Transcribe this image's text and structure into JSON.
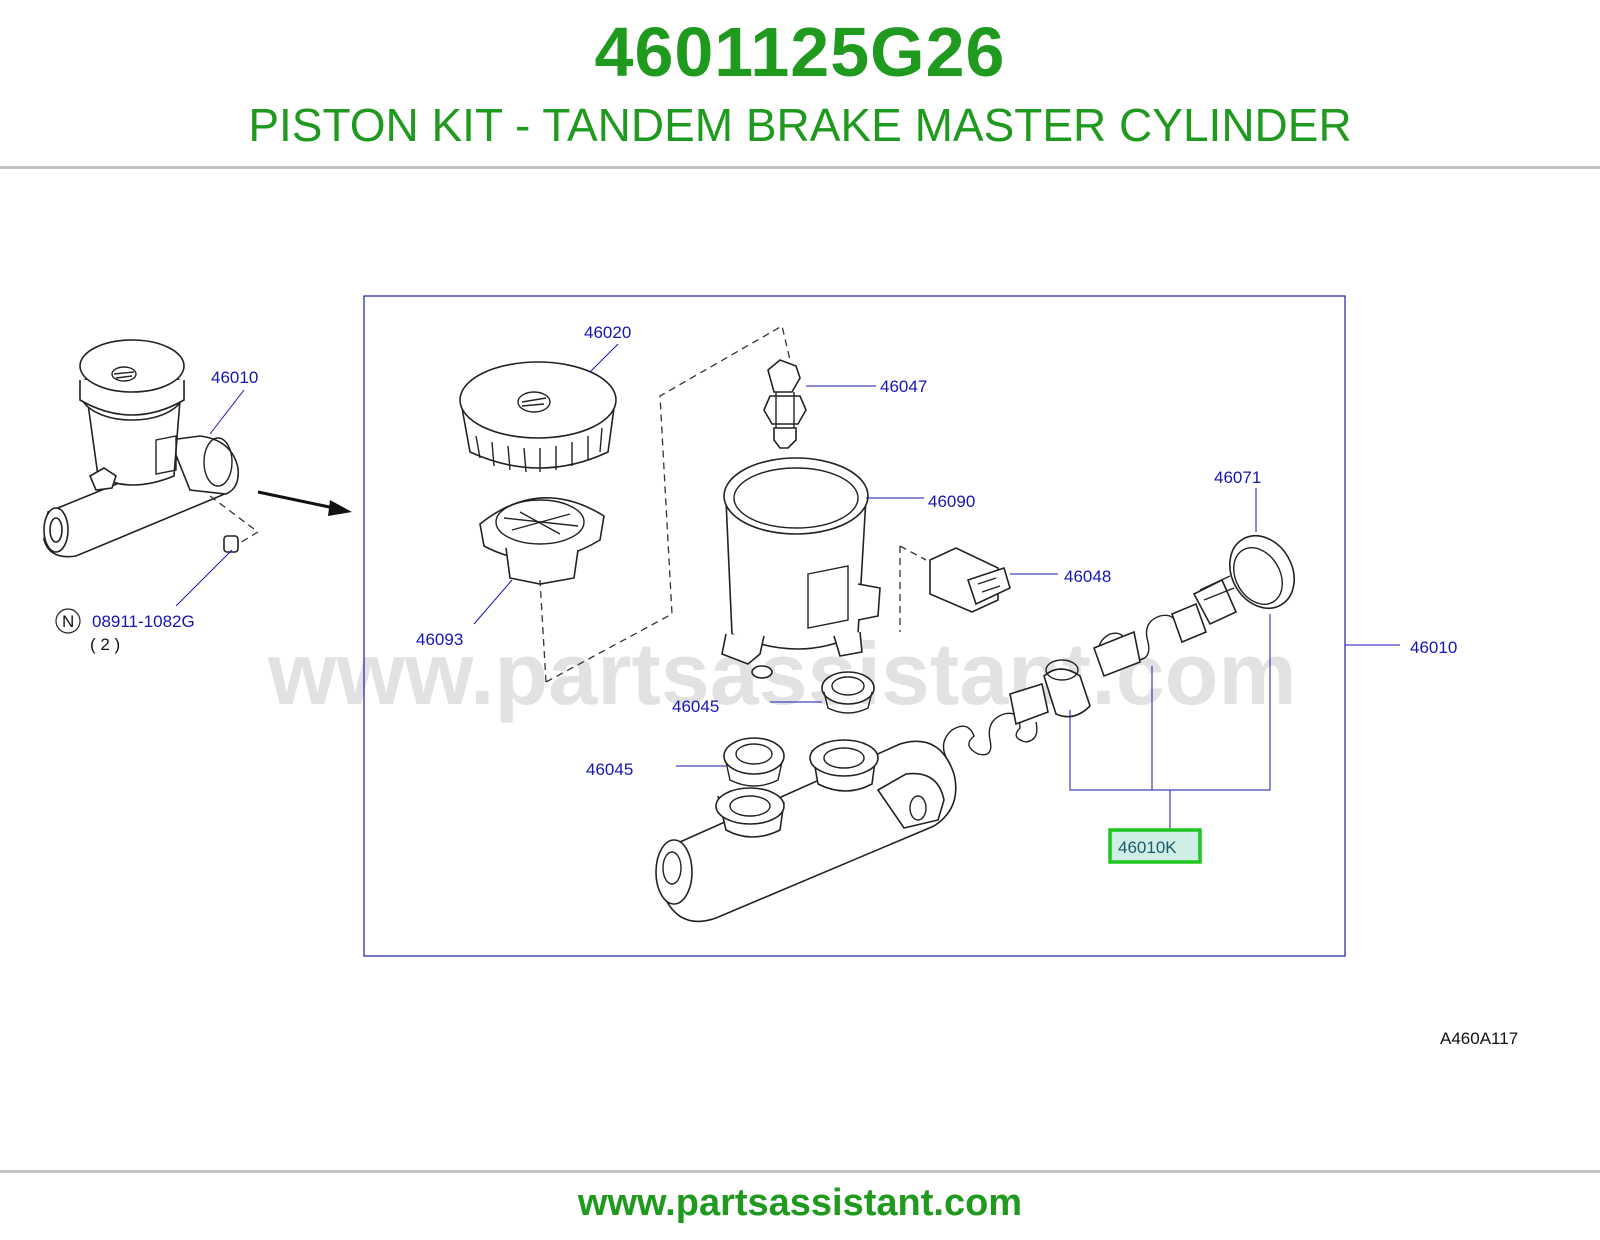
{
  "header": {
    "part_number": "4601125G26",
    "title": "PISTON KIT - TANDEM BRAKE MASTER CYLINDER"
  },
  "diagram": {
    "callouts": {
      "c46010_left": "46010",
      "c08911": "08911-1082G",
      "c08911_qty": "( 2 )",
      "n_mark": "N",
      "c46020": "46020",
      "c46047": "46047",
      "c46090": "46090",
      "c46093": "46093",
      "c46071": "46071",
      "c46048": "46048",
      "c46010_right": "46010",
      "c46045_a": "46045",
      "c46045_b": "46045",
      "c46010K": "46010K"
    },
    "highlighted_callout": "46010K",
    "figure_code": "A460A117",
    "watermark": "www.partsassistant.com"
  },
  "footer": {
    "url": "www.partsassistant.com"
  },
  "colors": {
    "title_green": "#1f9a1f",
    "callout_blue": "#1515b3",
    "highlight_green": "#1ec51e",
    "highlight_fill": "#cfeee6"
  }
}
